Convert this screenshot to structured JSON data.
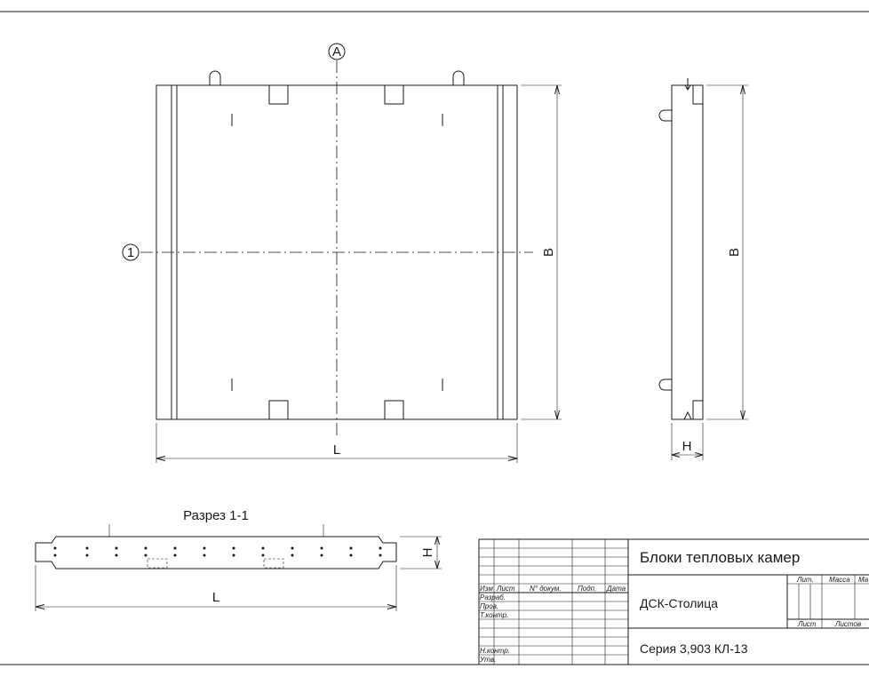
{
  "drawing": {
    "axis_markers": {
      "top": "A",
      "left": "1"
    },
    "dimensions": {
      "front_width": "L",
      "front_height": "B",
      "side_height": "B",
      "side_thickness": "H",
      "section_width": "L",
      "section_thickness": "H"
    },
    "section_title": "Разрез 1-1"
  },
  "title_block": {
    "title": "Блоки тепловых камер",
    "organization": "ДСК-Столица",
    "series": "Серия 3,903 КЛ-13",
    "header_cols": [
      "Изм",
      "Лист",
      "N° докум.",
      "Подп.",
      "Дата"
    ],
    "rows": [
      "Разраб.",
      "Пров.",
      "Т.контр.",
      "Н.контр.",
      "Утв."
    ],
    "lit_label": "Лит.",
    "mass_label": "Масса",
    "scale_label": "Ма",
    "sheet_label": "Лист",
    "sheets_label": "Листов"
  }
}
